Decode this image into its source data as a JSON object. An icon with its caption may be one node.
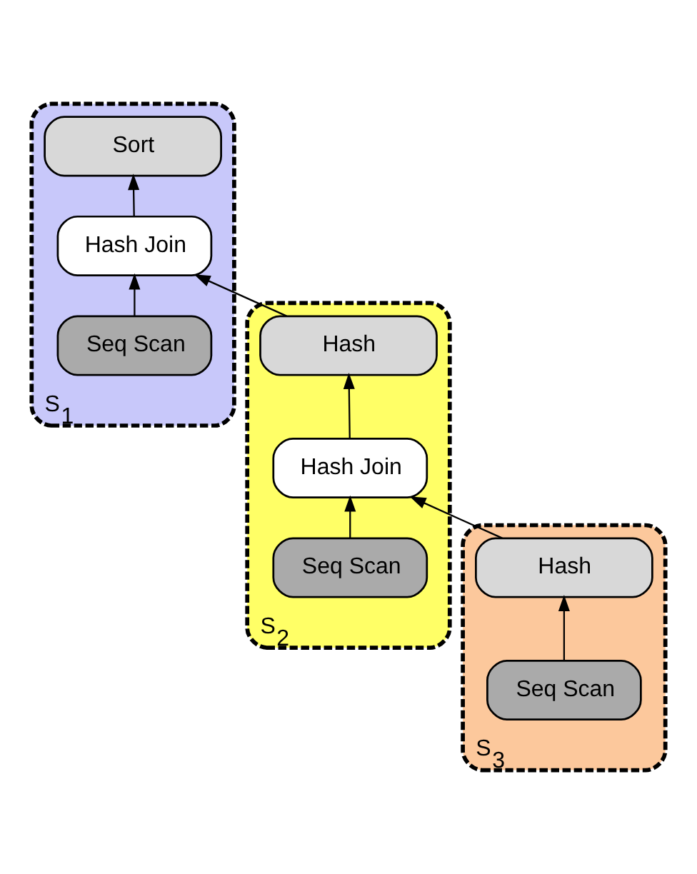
{
  "diagram": {
    "nodes": [
      {
        "text": [
          "S$_{1}$"
        ]
      },
      {
        "text": [
          "Sort"
        ],
        "in": 0
      },
      {
        "text": [
          "Hash Join"
        ],
        "in": 0
      },
      {
        "text": [
          "Seq Scan"
        ],
        "in": 0
      },
      {
        "text": [
          "S$_{2}$"
        ]
      },
      {
        "text": [
          "Hash"
        ],
        "in": 4
      },
      {
        "text": [
          "Hash Join"
        ],
        "in": 4
      },
      {
        "text": [
          "Seq Scan"
        ],
        "in": 4
      },
      {
        "text": [
          "S$_{3}$"
        ]
      },
      {
        "text": [
          "Hash"
        ],
        "in": 8
      },
      {
        "text": [
          "Seq Scan"
        ],
        "in": 8
      }
    ],
    "edges": [
      {
        "from": 2,
        "to": 1,
        "arrow": "to"
      },
      {
        "from": 3,
        "to": 2,
        "arrow": "to"
      },
      {
        "from": 5,
        "to": 2,
        "arrow": "to"
      },
      {
        "from": 6,
        "to": 5,
        "arrow": "to"
      },
      {
        "from": 7,
        "to": 6,
        "arrow": "to"
      },
      {
        "from": 9,
        "to": 6,
        "arrow": "to"
      },
      {
        "from": 10,
        "to": 9,
        "arrow": "to"
      }
    ]
  }
}
